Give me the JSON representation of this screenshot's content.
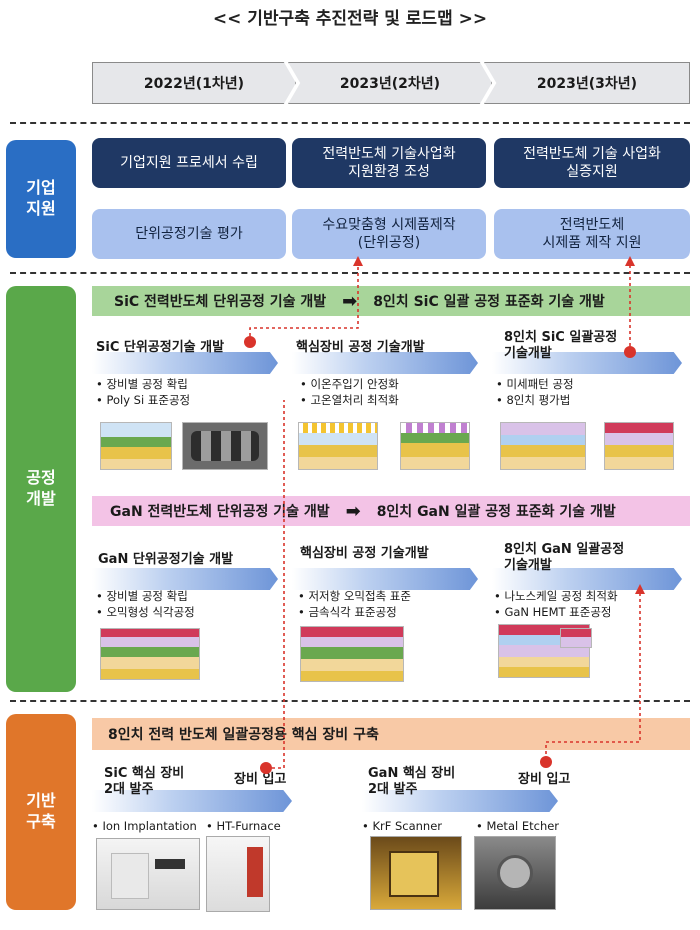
{
  "title": "<< 기반구축 추진전략 및 로드맵 >>",
  "timeline": [
    "2022년(1차년)",
    "2023년(2차년)",
    "2023년(3차년)"
  ],
  "sections": {
    "corp": "기업\n지원",
    "process": "공정\n개발",
    "infra": "기반\n구축"
  },
  "corp": {
    "dark": [
      "기업지원 프로세서 수립",
      "전력반도체 기술사업화\n지원환경 조성",
      "전력반도체 기술 사업화\n실증지원"
    ],
    "light": [
      "단위공정기술 평가",
      "수요맞춤형 시제품제작\n(단위공정)",
      "전력반도체\n시제품 제작 지원"
    ]
  },
  "sic": {
    "banner_left": "SiC 전력반도체 단위공정 기술 개발",
    "banner_right": "8인치 SiC 일괄 공정 표준화 기술 개발",
    "stages": [
      {
        "title": "SiC 단위공정기술 개발",
        "bullets": [
          "• 장비별 공정 확립",
          "• Poly Si 표준공정"
        ]
      },
      {
        "title": "핵심장비 공정 기술개발",
        "bullets": [
          "• 이온주입기 안정화",
          "• 고온열처리 최적화"
        ]
      },
      {
        "title": "8인치 SiC 일괄공정\n기술개발",
        "bullets": [
          "• 미세패턴 공정",
          "• 8인치 평가법"
        ]
      }
    ]
  },
  "gan": {
    "banner_left": "GaN 전력반도체 단위공정 기술 개발",
    "banner_right": "8인치 GaN 일괄 공정 표준화 기술 개발",
    "stages": [
      {
        "title": "GaN 단위공정기술 개발",
        "bullets": [
          "• 장비별 공정 확립",
          "• 오믹형성 식각공정"
        ]
      },
      {
        "title": "핵심장비 공정 기술개발",
        "bullets": [
          "• 저저항 오믹접촉 표준",
          "• 금속식각 표준공정"
        ]
      },
      {
        "title": "8인치 GaN 일괄공정\n기술개발",
        "bullets": [
          "• 나노스케일 공정 최적화",
          "• GaN HEMT 표준공정"
        ]
      }
    ]
  },
  "infra": {
    "banner": "8인치 전력 반도체 일괄공정용 핵심 장비 구축",
    "sic_order": "SiC 핵심 장비\n2대 발주",
    "gan_order": "GaN 핵심 장비\n2대 발주",
    "install_1": "장비 입고",
    "install_2": "장비 입고",
    "equipment": [
      "• Ion Implantation",
      "• HT-Furnace",
      "• KrF Scanner",
      "• Metal Etcher"
    ]
  },
  "colors": {
    "corp": "#2a6ec4",
    "process": "#5aa84a",
    "infra": "#e0762a",
    "sic_banner": "#a8d59a",
    "gan_banner": "#f3c3e6",
    "infra_banner": "#f8c9a6",
    "connector": "#d9342b"
  }
}
